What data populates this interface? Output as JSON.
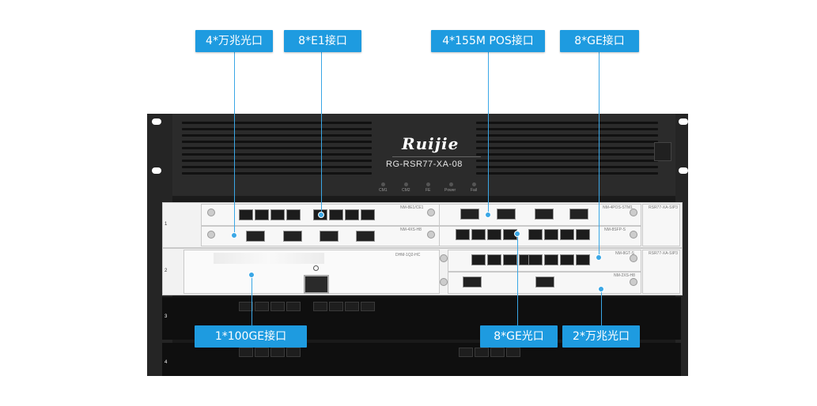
{
  "callouts": {
    "top": [
      "4*万兆光口",
      "8*E1接口",
      "4*155M POS接口",
      "8*GE接口"
    ],
    "bottom": [
      "1*100GE接口",
      "8*GE光口",
      "2*万兆光口"
    ]
  },
  "device": {
    "brand": "Ruijie",
    "model": "RG-RSR77-XA-08",
    "status_leds": [
      "CM1",
      "CM2",
      "FE",
      "Power",
      "Fail"
    ]
  },
  "slots": [
    "1",
    "2",
    "3",
    "4"
  ],
  "cards": {
    "slot1_upper_left": "NM-8E1/CE1",
    "slot1_upper_right": "NM-4POS-STM1",
    "slot1_lower_left": "NM-4XS-H8",
    "slot1_lower_right": "NM-8SFP-S",
    "slot1_side": "RSR77-XA-SIP3",
    "slot2_left": "DHM-1Q2-HC",
    "slot2_upper_right": "NM-8GT-S",
    "slot2_lower_right": "NM-2XS-H8",
    "slot2_side": "RSR77-XA-SIP3"
  },
  "colors": {
    "accent": "#1e9be0",
    "rack": "#1a1a1a"
  }
}
